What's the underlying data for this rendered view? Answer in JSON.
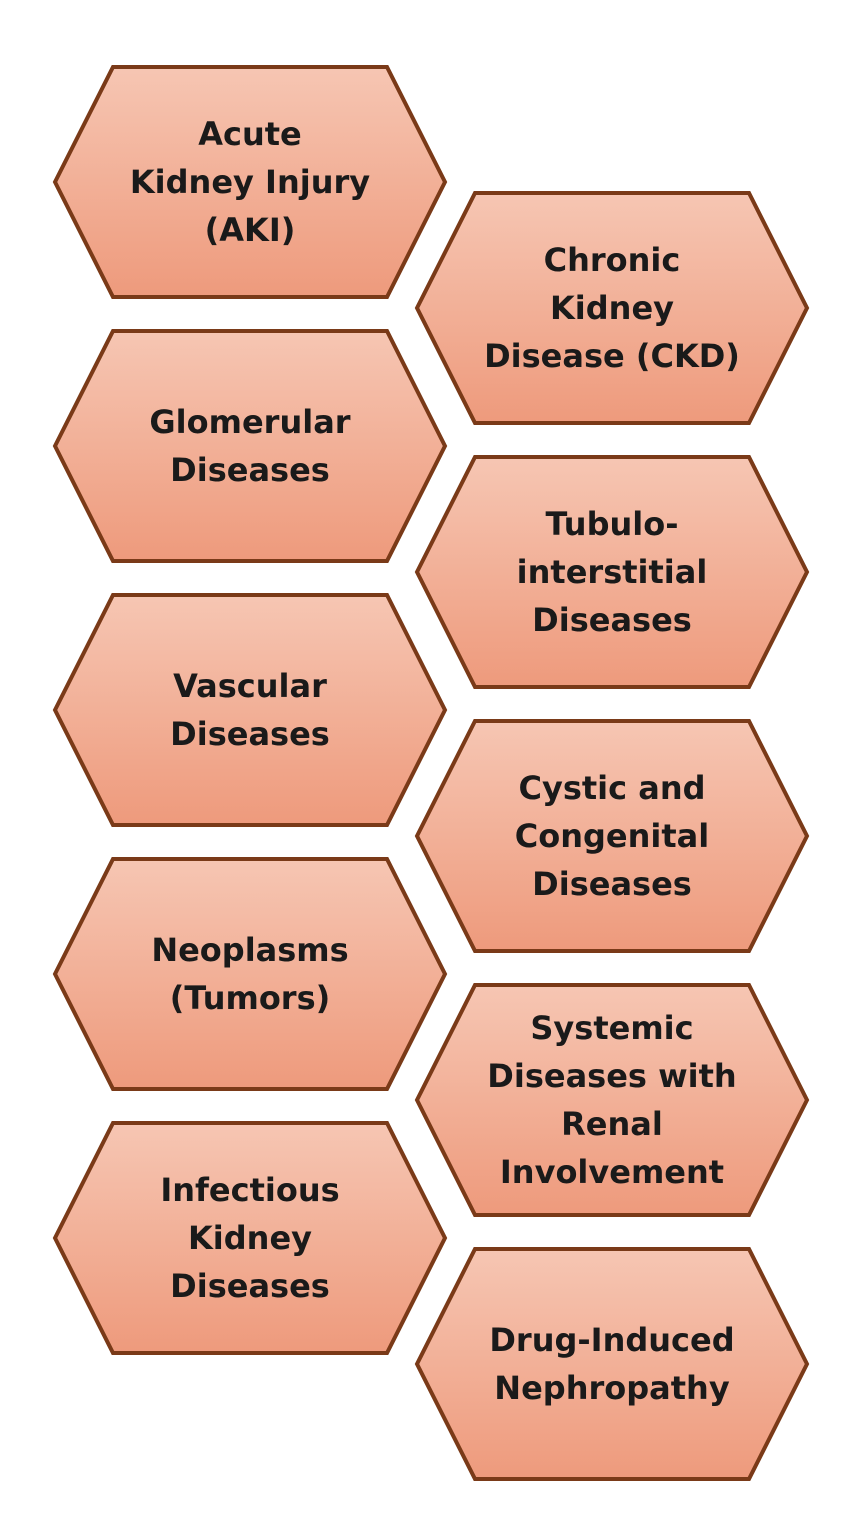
{
  "diagram": {
    "fill_top": "#f6c6b3",
    "fill_bottom": "#ee9a7c",
    "stroke": "#7a3a18",
    "categories": [
      {
        "label": "Acute\nKidney Injury\n(AKI)"
      },
      {
        "label": "Chronic\nKidney\nDisease (CKD)"
      },
      {
        "label": "Glomerular\nDiseases"
      },
      {
        "label": "Tubulo-\ninterstitial\nDiseases"
      },
      {
        "label": "Vascular\nDiseases"
      },
      {
        "label": "Cystic and\nCongenital\nDiseases"
      },
      {
        "label": "Neoplasms\n(Tumors)"
      },
      {
        "label": "Systemic\nDiseases with\nRenal\nInvolvement"
      },
      {
        "label": "Infectious\nKidney\nDiseases"
      },
      {
        "label": "Drug-Induced\nNephropathy"
      }
    ]
  }
}
